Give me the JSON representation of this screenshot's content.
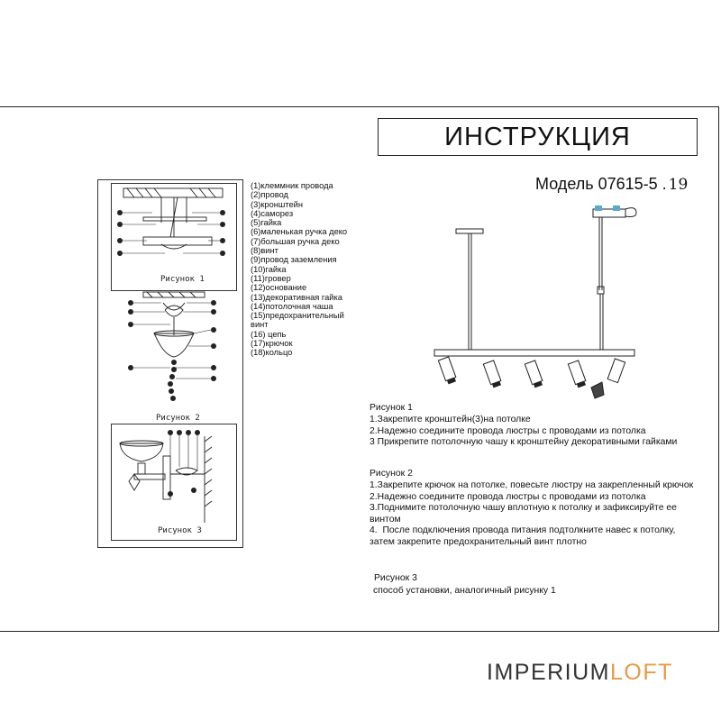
{
  "document": {
    "title": "ИНСТРУКЦИЯ",
    "model_label": "Модель 07615-5 .",
    "model_suffix": "19"
  },
  "figures": [
    {
      "label": "Рисунок 1"
    },
    {
      "label": "Рисунок 2"
    },
    {
      "label": "Рисунок 3"
    }
  ],
  "parts_list": [
    "(1)клеммник провода",
    "(2)провод",
    "(3)кронштейн",
    "(4)саморез",
    "(5)гайка",
    "(6)маленькая ручка деко",
    "(7)большая ручка деко",
    "(8)винт",
    "(9)провод заземления",
    "(10)гайка",
    "(11)гровер",
    "(12)основание",
    "(13)декоративная гайка",
    "(14)потолочная чаша",
    "(15)предохранительный винт",
    "(16) цепь",
    "(17)крючок",
    "(18)кольцо"
  ],
  "instructions": {
    "section1": {
      "heading": "Рисунок 1",
      "steps": [
        "1.Закрепите кронштейн(3)на потолке",
        "2.Надежно соедините провода люстры с проводами из потолка",
        "3 Прикрепите потолочную чашу к кронштейну декоративными гайками"
      ]
    },
    "section2": {
      "heading": "Рисунок 2",
      "steps": [
        "1.Закрепите крючок на потолке, повесьте люстру на закрепленный крючок",
        "2.Надежно соедините провода люстры с проводами из потолка",
        "3.Поднимите потолочную чашу вплотную к потолку и зафиксируйте ее винтом",
        "4.  После подключения провода питания подтолкните навес к потолку, затем закрепите предохранительный винт плотно"
      ]
    },
    "section3": {
      "heading": "Рисунок 3",
      "steps": [
        "способ установки, аналогичный рисунку 1"
      ]
    }
  },
  "brand": {
    "name_part1": "IMPERIUM",
    "name_part2": "LOFT",
    "accent_color": "#e69a45"
  }
}
